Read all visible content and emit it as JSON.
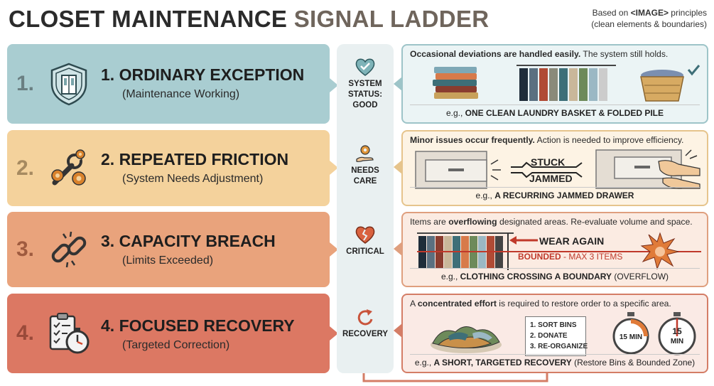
{
  "title": {
    "part1": "CLOSET MAINTENANCE",
    "part2": "SIGNAL LADDER"
  },
  "note": {
    "prefix": "Based on ",
    "tag": "<IMAGE>",
    "suffix": " principles",
    "line2": "(clean elements & boundaries)"
  },
  "levels": [
    {
      "num": "1.",
      "title": "1. ORDINARY EXCEPTION",
      "subtitle": "(Maintenance Working)",
      "icon": "shield-closet-icon",
      "color": "#a9cdd1"
    },
    {
      "num": "2.",
      "title": "2. REPEATED FRICTION",
      "subtitle": "(System Needs Adjustment)",
      "icon": "wrench-gears-icon",
      "color": "#f4d29c"
    },
    {
      "num": "3.",
      "title": "3. CAPACITY BREACH",
      "subtitle": "(Limits Exceeded)",
      "icon": "broken-chain-icon",
      "color": "#e9a37c"
    },
    {
      "num": "4.",
      "title": "4. FOCUSED RECOVERY",
      "subtitle": "(Targeted Correction)",
      "icon": "clipboard-stopwatch-icon",
      "color": "#dc7863"
    }
  ],
  "status": [
    {
      "label_lines": [
        "SYSTEM",
        "STATUS:",
        "GOOD"
      ],
      "icon": "heart-check-icon"
    },
    {
      "label_lines": [
        "NEEDS",
        "CARE"
      ],
      "icon": "hand-gear-icon"
    },
    {
      "label_lines": [
        "CRITICAL"
      ],
      "icon": "broken-heart-icon"
    },
    {
      "label_lines": [
        "RECOVERY"
      ],
      "icon": "refresh-arrow-icon"
    }
  ],
  "panels": [
    {
      "desc_bold": "Occasional deviations are handled easily.",
      "desc_rest": " The system still holds.",
      "example_prefix": "e.g., ",
      "example_bold": "ONE CLEAN LAUNDRY BASKET & FOLDED PILE",
      "example_rest": ""
    },
    {
      "desc_bold": "Minor issues occur frequently.",
      "desc_rest": " Action is needed to improve efficiency.",
      "example_prefix": "e.g., ",
      "example_bold": "A RECURRING JAMMED DRAWER",
      "example_rest": "",
      "stuck": "STUCK",
      "jammed": "JAMMED"
    },
    {
      "desc_pre": "Items are ",
      "desc_bold": "overflowing",
      "desc_rest": " designated areas. Re-evaluate volume and space.",
      "example_prefix": "e.g., ",
      "example_bold": "CLOTHING CROSSING A BOUNDARY",
      "example_rest": " (OVERFLOW)",
      "wear_again": "WEAR AGAIN",
      "bounded_word": "BOUNDED",
      "bounded_rest": " - MAX 3 ITEMS"
    },
    {
      "desc_pre": "A ",
      "desc_bold": "concentrated effort",
      "desc_rest": " is required to restore order to a specific area.",
      "example_prefix": "e.g., ",
      "example_bold": "A SHORT, TARGETED RECOVERY",
      "example_rest": " (Restore Bins & Bounded Zone)",
      "checklist": [
        "1. SORT BINS",
        "2. DONATE",
        "3. RE-ORGANIZE"
      ],
      "timer_label": "15 MIN",
      "timer_label_lines": [
        "15",
        "MIN"
      ]
    }
  ]
}
